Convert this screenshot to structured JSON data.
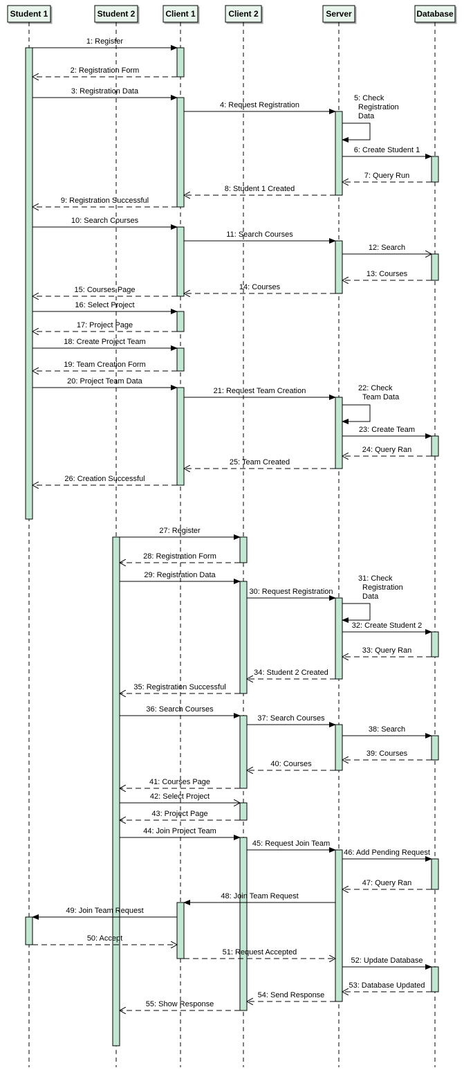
{
  "colors": {
    "participant_fill": "#e8f5ec",
    "activation_fill": "#c2e6d2",
    "stroke": "#000000",
    "lifeline": "#000000"
  },
  "participants": [
    {
      "id": "student1",
      "name": "Student 1"
    },
    {
      "id": "student2",
      "name": "Student 2"
    },
    {
      "id": "client1",
      "name": "Client 1"
    },
    {
      "id": "client2",
      "name": "Client 2"
    },
    {
      "id": "server",
      "name": "Server"
    },
    {
      "id": "database",
      "name": "Database"
    }
  ],
  "messages": [
    {
      "num": 1,
      "label": "1: Register",
      "from": "student1",
      "to": "client1",
      "type": "call"
    },
    {
      "num": 2,
      "label": "2: Registration Form",
      "from": "client1",
      "to": "student1",
      "type": "return"
    },
    {
      "num": 3,
      "label": "3: Registration Data",
      "from": "student1",
      "to": "client1",
      "type": "call"
    },
    {
      "num": 4,
      "label": "4: Request Registration",
      "from": "client1",
      "to": "server",
      "type": "call"
    },
    {
      "num": 5,
      "label": "5: Check Registration Data",
      "lines": [
        "5: Check",
        "Registration",
        "Data"
      ],
      "from": "server",
      "to": "server",
      "type": "self"
    },
    {
      "num": 6,
      "label": "6: Create Student 1",
      "from": "server",
      "to": "database",
      "type": "call"
    },
    {
      "num": 7,
      "label": "7: Query Run",
      "from": "database",
      "to": "server",
      "type": "return"
    },
    {
      "num": 8,
      "label": "8: Student 1 Created",
      "from": "server",
      "to": "client1",
      "type": "return"
    },
    {
      "num": 9,
      "label": "9: Registration Successful",
      "from": "client1",
      "to": "student1",
      "type": "return"
    },
    {
      "num": 10,
      "label": "10: Search Courses",
      "from": "student1",
      "to": "client1",
      "type": "call"
    },
    {
      "num": 11,
      "label": "11: Search Courses",
      "from": "client1",
      "to": "server",
      "type": "call"
    },
    {
      "num": 12,
      "label": "12: Search",
      "from": "server",
      "to": "database",
      "type": "async"
    },
    {
      "num": 13,
      "label": "13: Courses",
      "from": "database",
      "to": "server",
      "type": "return"
    },
    {
      "num": 14,
      "label": "14: Courses",
      "from": "server",
      "to": "client1",
      "type": "return"
    },
    {
      "num": 15,
      "label": "15: Courses Page",
      "from": "client1",
      "to": "student1",
      "type": "return"
    },
    {
      "num": 16,
      "label": "16: Select Project",
      "from": "student1",
      "to": "client1",
      "type": "call"
    },
    {
      "num": 17,
      "label": "17: Project Page",
      "from": "client1",
      "to": "student1",
      "type": "return"
    },
    {
      "num": 18,
      "label": "18: Create Project Team",
      "from": "student1",
      "to": "client1",
      "type": "call"
    },
    {
      "num": 19,
      "label": "19: Team Creation Form",
      "from": "client1",
      "to": "student1",
      "type": "return"
    },
    {
      "num": 20,
      "label": "20: Project Team Data",
      "from": "student1",
      "to": "client1",
      "type": "call"
    },
    {
      "num": 21,
      "label": "21: Request Team Creation",
      "from": "client1",
      "to": "server",
      "type": "call"
    },
    {
      "num": 22,
      "label": "22: Check Team Data",
      "lines": [
        "22: Check",
        "Team Data"
      ],
      "from": "server",
      "to": "server",
      "type": "self"
    },
    {
      "num": 23,
      "label": "23: Create Team",
      "from": "server",
      "to": "database",
      "type": "call"
    },
    {
      "num": 24,
      "label": "24: Query Ran",
      "from": "database",
      "to": "server",
      "type": "return"
    },
    {
      "num": 25,
      "label": "25: Team Created",
      "from": "server",
      "to": "client1",
      "type": "return"
    },
    {
      "num": 26,
      "label": "26: Creation Successful",
      "from": "client1",
      "to": "student1",
      "type": "return"
    },
    {
      "num": 27,
      "label": "27: Register",
      "from": "student2",
      "to": "client2",
      "type": "call"
    },
    {
      "num": 28,
      "label": "28: Registration Form",
      "from": "client2",
      "to": "student2",
      "type": "return"
    },
    {
      "num": 29,
      "label": "29: Registration Data",
      "from": "student2",
      "to": "client2",
      "type": "call"
    },
    {
      "num": 30,
      "label": "30: Request Registration",
      "from": "client2",
      "to": "server",
      "type": "call"
    },
    {
      "num": 31,
      "label": "31: Check Registration Data",
      "lines": [
        "31: Check",
        "Registration",
        "Data"
      ],
      "from": "server",
      "to": "server",
      "type": "self"
    },
    {
      "num": 32,
      "label": "32: Create Student 2",
      "from": "server",
      "to": "database",
      "type": "call"
    },
    {
      "num": 33,
      "label": "33: Query Ran",
      "from": "database",
      "to": "server",
      "type": "return"
    },
    {
      "num": 34,
      "label": "34: Student 2 Created",
      "from": "server",
      "to": "client2",
      "type": "return"
    },
    {
      "num": 35,
      "label": "35: Registration Successful",
      "from": "client2",
      "to": "student2",
      "type": "return"
    },
    {
      "num": 36,
      "label": "36: Search Courses",
      "from": "student2",
      "to": "client2",
      "type": "call"
    },
    {
      "num": 37,
      "label": "37: Search Courses",
      "from": "client2",
      "to": "server",
      "type": "call"
    },
    {
      "num": 38,
      "label": "38: Search",
      "from": "server",
      "to": "database",
      "type": "call"
    },
    {
      "num": 39,
      "label": "39: Courses",
      "from": "database",
      "to": "server",
      "type": "return"
    },
    {
      "num": 40,
      "label": "40: Courses",
      "from": "server",
      "to": "client2",
      "type": "return"
    },
    {
      "num": 41,
      "label": "41: Courses Page",
      "from": "client2",
      "to": "student2",
      "type": "return"
    },
    {
      "num": 42,
      "label": "42: Select Project",
      "from": "student2",
      "to": "client2",
      "type": "async"
    },
    {
      "num": 43,
      "label": "43: Project Page",
      "from": "client2",
      "to": "student2",
      "type": "return"
    },
    {
      "num": 44,
      "label": "44: Join Project Team",
      "from": "student2",
      "to": "client2",
      "type": "call"
    },
    {
      "num": 45,
      "label": "45: Request Join Team",
      "from": "client2",
      "to": "server",
      "type": "call"
    },
    {
      "num": 46,
      "label": "46: Add Pending Request",
      "from": "server",
      "to": "database",
      "type": "call"
    },
    {
      "num": 47,
      "label": "47: Query Ran",
      "from": "database",
      "to": "server",
      "type": "return"
    },
    {
      "num": 48,
      "label": "48: Join Team Request",
      "from": "server",
      "to": "client1",
      "type": "call"
    },
    {
      "num": 49,
      "label": "49: Join Team Request",
      "from": "client1",
      "to": "student1",
      "type": "call"
    },
    {
      "num": 50,
      "label": "50: Accept",
      "from": "student1",
      "to": "client1",
      "type": "return"
    },
    {
      "num": 51,
      "label": "51: Request Accepted",
      "from": "client1",
      "to": "server",
      "type": "return"
    },
    {
      "num": 52,
      "label": "52: Update Database",
      "from": "server",
      "to": "database",
      "type": "call"
    },
    {
      "num": 53,
      "label": "53: Database Updated",
      "from": "database",
      "to": "server",
      "type": "return"
    },
    {
      "num": 54,
      "label": "54: Send Response",
      "from": "server",
      "to": "client2",
      "type": "return"
    },
    {
      "num": 55,
      "label": "55: Show Response",
      "from": "client2",
      "to": "student2",
      "type": "return"
    }
  ]
}
